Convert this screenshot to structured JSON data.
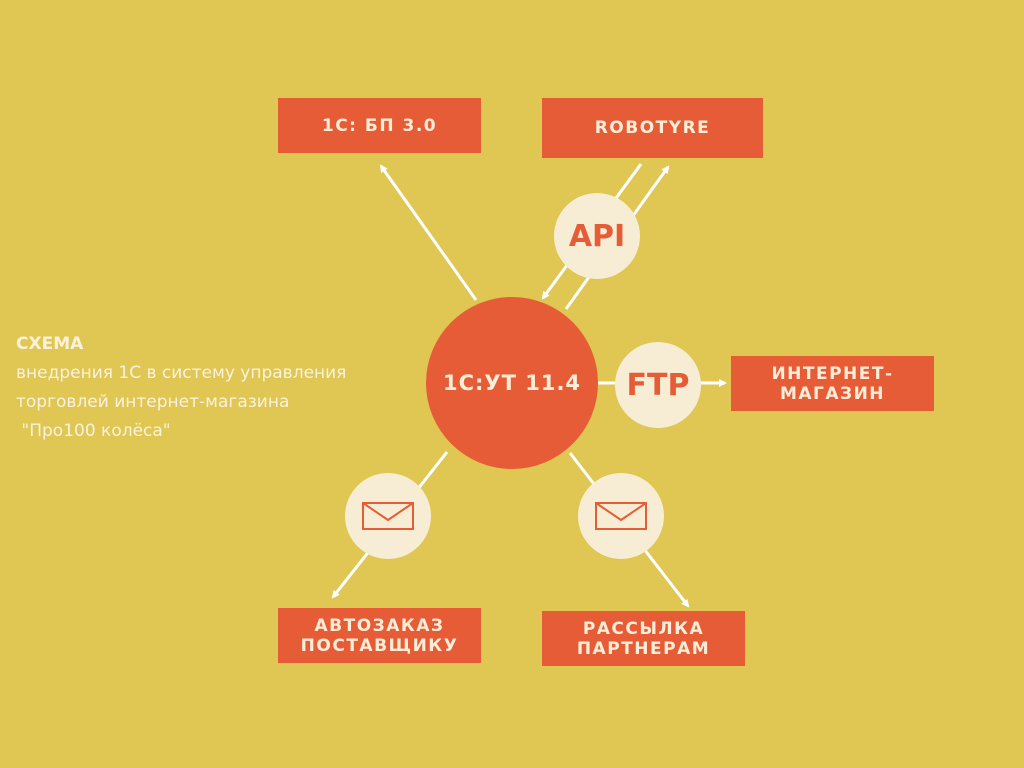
{
  "caption": {
    "title": "СХЕМА",
    "line1": "внедрения 1С в систему управления",
    "line2": "торговлей интернет-магазина",
    "line3": " \"Про100 колёса\""
  },
  "hub": {
    "label": "1С:УТ 11.4"
  },
  "boxes": {
    "bp": {
      "label": "1С: БП 3.0"
    },
    "robotyre": {
      "label": "ROBOTYRE"
    },
    "shop": {
      "line1": "ИНТЕРНЕТ-",
      "line2": "МАГАЗИН"
    },
    "autoorder": {
      "line1": "АВТОЗАКАЗ",
      "line2": "ПОСТАВЩИКУ"
    },
    "mailing": {
      "line1": "РАССЫЛКА",
      "line2": "ПАРТНЕРАМ"
    }
  },
  "badges": {
    "api": {
      "label": "API"
    },
    "ftp": {
      "label": "FTP"
    },
    "mail_left": {
      "icon": "envelope-icon"
    },
    "mail_right": {
      "icon": "envelope-icon"
    }
  },
  "colors": {
    "background": "#e0c653",
    "accent": "#e65c37",
    "badge": "#f7edd5",
    "text_light": "#fbeed8",
    "arrow": "#ffffff"
  }
}
